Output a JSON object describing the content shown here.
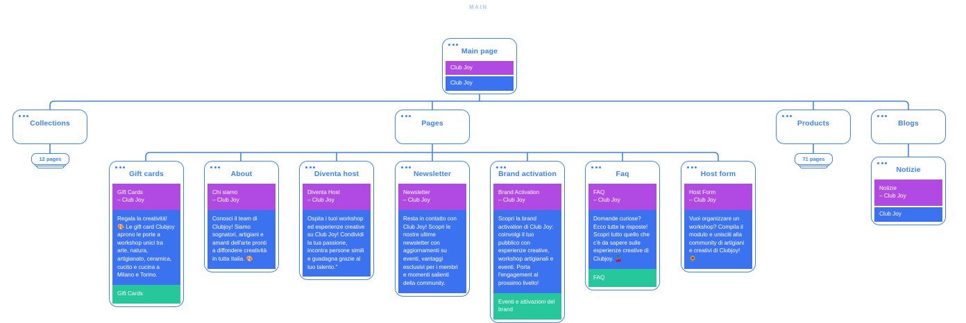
{
  "diagram": {
    "type": "sitemap",
    "section_label": "MAIN",
    "colors": {
      "accent": "#3b82f6",
      "purple": "#b14ae3",
      "blue": "#3b72f0",
      "green": "#26c79b",
      "label": "#a9c9fb",
      "background": "#ffffff"
    }
  },
  "root": {
    "title": "Main page",
    "blocks": [
      {
        "color": "purple",
        "text": "Club Joy"
      },
      {
        "color": "blue",
        "text": "Club Joy"
      }
    ]
  },
  "top_level": [
    {
      "title": "Collections",
      "badge": "12 pages"
    },
    {
      "title": "Pages",
      "badge": null
    },
    {
      "title": "Products",
      "badge": "71 pages"
    },
    {
      "title": "Blogs",
      "badge": null
    }
  ],
  "pages_children": [
    {
      "title": "Gift cards",
      "blocks": [
        {
          "color": "purple",
          "text": "Gift Cards\n– Club Joy"
        },
        {
          "color": "blue",
          "text": "Regala la creatività! 🎨 Le gift card Clubjoy aprono le porte a workshop unici tra arte, natura, artigianato, ceramica, cucito e cucina a Milano e Torino."
        },
        {
          "color": "green",
          "text": "Gift Cards"
        }
      ]
    },
    {
      "title": "About",
      "blocks": [
        {
          "color": "purple",
          "text": "Chi siamo\n– Club Joy"
        },
        {
          "color": "blue",
          "text": "Conosci il team di Clubjoy! Siamo sognatori, artigiani e amanti dell'arte pronti a diffondere creatività in tutta Italia. 🎨"
        }
      ]
    },
    {
      "title": "Diventa host",
      "blocks": [
        {
          "color": "purple",
          "text": "Diventa Host\n– Club Joy"
        },
        {
          "color": "blue",
          "text": "Ospita i tuoi workshop ed esperienze creative su Club Joy! Condividi la tua passione, incontra persone simili e guadagna grazie al tuo talento.\""
        }
      ]
    },
    {
      "title": "Newsletter",
      "blocks": [
        {
          "color": "purple",
          "text": "Newsletter\n– Club Joy"
        },
        {
          "color": "blue",
          "text": "Resta in contatto con Club Joy! Scopri le nostre ultime newsletter con aggiornamenti su eventi, vantaggi esclusivi per i membri e momenti salienti della community."
        }
      ]
    },
    {
      "title": "Brand activation",
      "blocks": [
        {
          "color": "purple",
          "text": "Brand Activation\n– Club Joy"
        },
        {
          "color": "blue",
          "text": "Scopri la brand activation di Club Joy: coinvolgi il tuo pubblico con esperienze creative, workshop artigianali e eventi. Porta l'engagement al prossimo livello!"
        },
        {
          "color": "green",
          "text": "Eventi e attivazioni del brand"
        }
      ]
    },
    {
      "title": "Faq",
      "blocks": [
        {
          "color": "purple",
          "text": "FAQ\n– Club Joy"
        },
        {
          "color": "blue",
          "text": "Domande curiose? Ecco tutte le risposte! Scopri tutto quello che c'è da sapere sulle esperienze creative di Clubjoy. 🍒"
        },
        {
          "color": "green",
          "text": "FAQ"
        }
      ]
    },
    {
      "title": "Host form",
      "blocks": [
        {
          "color": "purple",
          "text": "Host Form\n– Club Joy"
        },
        {
          "color": "blue",
          "text": "Vuoi organizzare un workshop? Compila il modulo e unisciti alla community di artigiani e creativi di Clubjoy! 🌻"
        }
      ]
    }
  ],
  "blogs_children": [
    {
      "title": "Notizie",
      "blocks": [
        {
          "color": "purple",
          "text": "Notizie\n– Club Joy"
        },
        {
          "color": "blue",
          "text": "Club Joy"
        }
      ]
    }
  ]
}
